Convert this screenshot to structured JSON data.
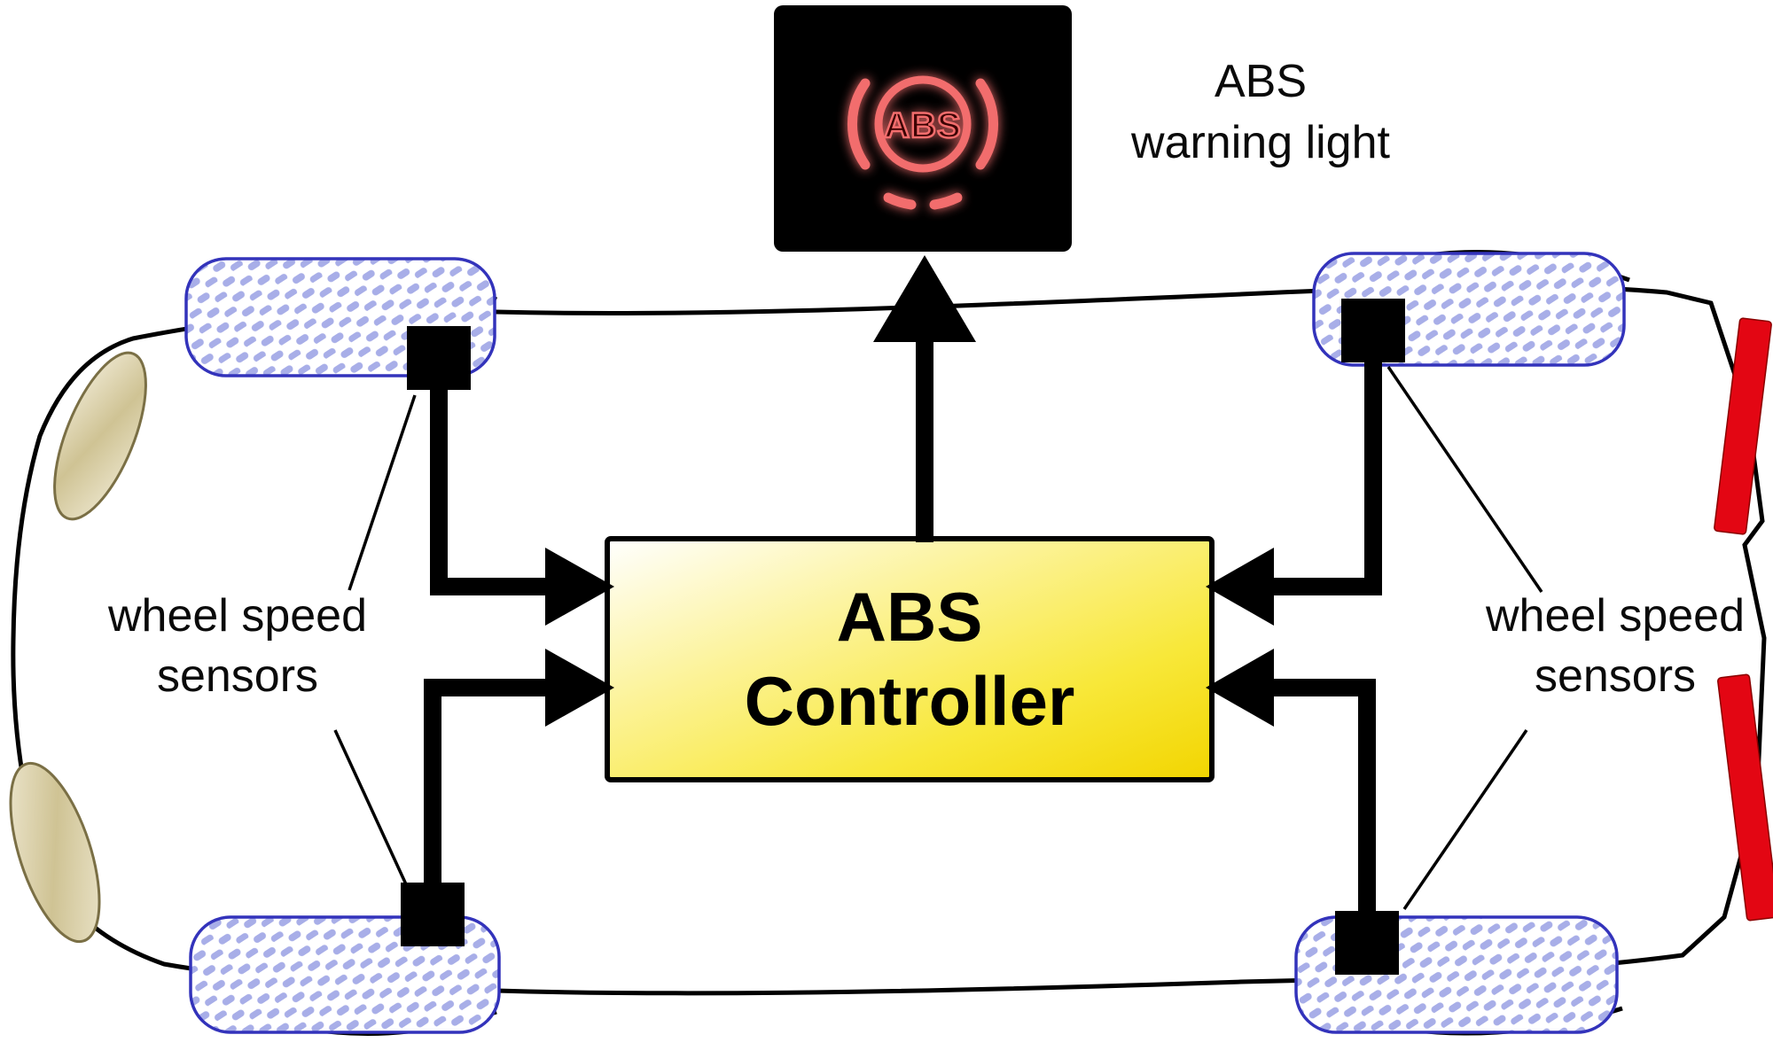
{
  "diagram": {
    "warning_light": {
      "icon_text": "ABS",
      "label_line1": "ABS",
      "label_line2": "warning light"
    },
    "controller": {
      "line1": "ABS",
      "line2": "Controller"
    },
    "sensor_labels": {
      "left_line1": "wheel speed",
      "left_line2": "sensors",
      "right_line1": "wheel speed",
      "right_line2": "sensors"
    },
    "colors": {
      "controller_yellow": "#F2D500",
      "warning_glow_red": "#F26D6D",
      "taillight_red": "#E30613",
      "tire_hatch_blue": "#A8AEE8",
      "headlight_tan": "#D6CA9C",
      "line_black": "#000000"
    }
  }
}
